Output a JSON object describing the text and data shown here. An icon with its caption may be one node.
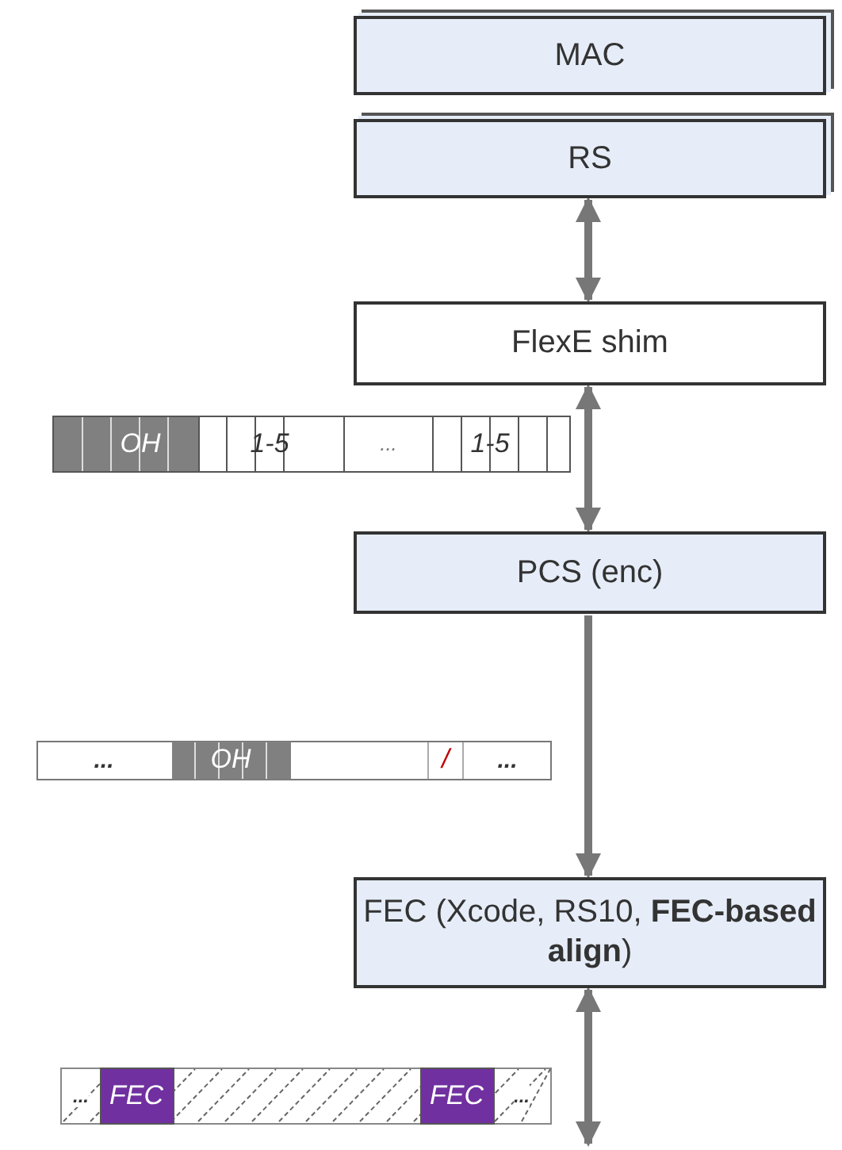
{
  "diagram": {
    "nodes": [
      {
        "text": [
          "MAC"
        ]
      },
      {
        "text": [
          "RS"
        ]
      },
      {
        "text": [
          "FlexE shim"
        ]
      },
      {
        "text": [
          "PCS (enc)"
        ]
      },
      {
        "text": [
          "FEC (Xcode, RS10, **FEC-based align**)"
        ]
      }
    ],
    "edges": [
      {
        "from": 1,
        "to": 2,
        "arrow": "both"
      },
      {
        "from": 2,
        "to": 3,
        "arrow": "both"
      },
      {
        "from": 3,
        "to": 4,
        "arrow": "to"
      },
      {
        "from": 4,
        "to": null,
        "arrow": "both"
      }
    ],
    "labels": [
      "OH",
      "1-5",
      "...",
      "1-5",
      "...",
      "OH",
      "/",
      "...",
      "...",
      "FEC",
      "FEC",
      "..."
    ]
  }
}
